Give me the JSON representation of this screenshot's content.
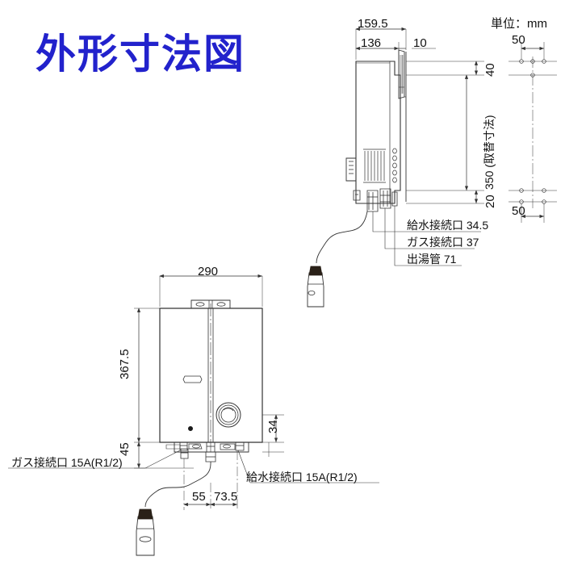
{
  "page": {
    "title": "外形寸法図",
    "title_color": "#2222cc",
    "unit_note": "単位：mm",
    "background": "#ffffff",
    "line_color": "#333333"
  },
  "side_view": {
    "name": "side-view",
    "dimensions": {
      "overall_depth": "159.5",
      "body_depth": "136",
      "flue_offset": "10",
      "hook_pitch_top": "50",
      "hook_pitch_bottom": "50",
      "top_offset": "40",
      "bottom_offset": "20",
      "mount_height": "350 (取替寸法)"
    },
    "callouts": [
      "給水接続口 34.5",
      "ガス接続口 37",
      "出湯管 71"
    ]
  },
  "front_view": {
    "name": "front-view",
    "dimensions": {
      "width": "290",
      "height": "367.5",
      "bottom_height": "45",
      "knob_offset": "34",
      "gas_offset": "55",
      "water_offset": "73.5"
    },
    "callouts": {
      "gas": "ガス接続口 15A(R1/2)",
      "water": "給水接続口 15A(R1/2)"
    }
  },
  "icons": {
    "power_plug_upper": "power-plug-icon",
    "power_plug_lower": "power-plug-icon"
  }
}
